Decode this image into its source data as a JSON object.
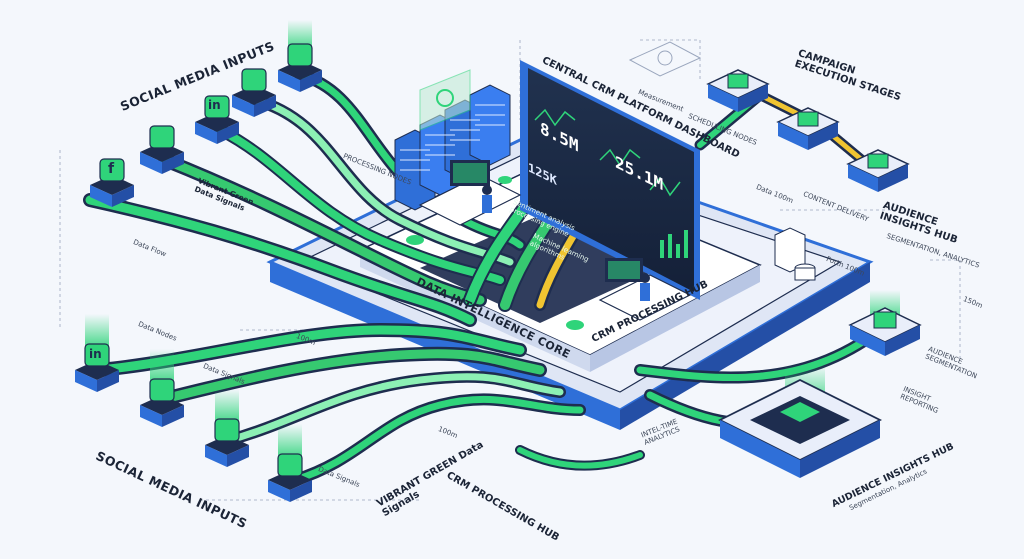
{
  "labels": {
    "social_media_inputs_top": "SOCIAL MEDIA INPUTS",
    "social_media_inputs_bottom": "SOCIAL MEDIA INPUTS",
    "vibrant_green_signals_top": "Vibrant Green\nData Signals",
    "vibrant_green_signals_bottom": "VIBRANT GREEN Data\nSignals",
    "data_flow": "Data Flow",
    "data_nodes": "Data Nodes",
    "data_signals": "Data Signals",
    "data_signals_2": "Data Signals",
    "processing_nodes": "PROCESSING NODES",
    "central_dashboard": "CENTRAL CRM PLATFORM DASHBOARD",
    "measurement": "Measurement",
    "scheduling_nodes": "SCHEDULING NODES",
    "campaign_stages": "CAMPAIGN\nEXECUTION STAGES",
    "data_100m": "Data 100m",
    "content_delivery": "CONTENT DELIVERY",
    "audience_hub_top": "AUDIENCE\nINSIGHTS HUB",
    "segmentation_analytics": "SEGMENTATION, ANALYTICS",
    "data_intelligence_core": "DATA INTELLIGENCE CORE",
    "crm_processing_hub": "CRM PROCESSING HUB",
    "crm_processing_hub_bottom": "CRM PROCESSING HUB",
    "audience_hub_bottom": "AUDIENCE INSIGHTS HUB",
    "segmentation_analytics_bottom": "Segmentation, Analytics",
    "path_100m": "100m",
    "path_100m_b": "100m",
    "path_150m": "150m",
    "forth_100m": "Forth 100m",
    "realtime_analytics": "INTEL-TIME\nANALYTICS",
    "audience_segmentation": "AUDIENCE\nSEGMENTATION",
    "insight_reporting": "INSIGHT\nREPORTING",
    "sentiment_analysis": "Sentiment analysis\nprocessing engine",
    "machine_learning": "Machine learning\nalgorithms"
  },
  "metrics": {
    "m1": "8.5M",
    "m2": "25.1M",
    "m3": "125K"
  },
  "icons": {
    "facebook": "f",
    "instagram": "instagram-icon",
    "linkedin": "in",
    "twitter": "twitter-icon",
    "youtube": "youtube-icon",
    "tiktok": "tiktok-icon"
  },
  "colors": {
    "green": "#2fd47a",
    "green_light": "#8cf0b4",
    "blue": "#2f6fd8",
    "navy": "#1e2d4f",
    "yellow": "#f0c431",
    "platform": "#e9eefa"
  }
}
